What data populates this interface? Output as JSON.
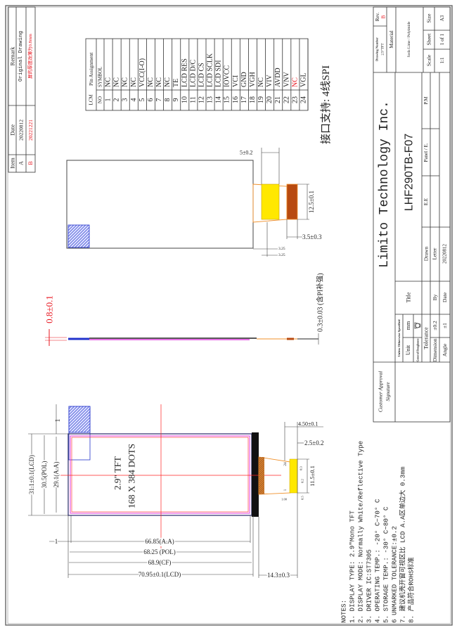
{
  "revision_table": {
    "headers": {
      "item": "Item",
      "date": "Date",
      "remark": "Remark"
    },
    "rows": [
      {
        "item": "A",
        "date": "20220812",
        "remark": "Original Drawing"
      },
      {
        "item": "B",
        "date": "20221221",
        "remark": "屏的厚度改薄为0.8mm"
      }
    ]
  },
  "pin_table": {
    "lcm": "LCM",
    "title": "Pin Assignment",
    "no_header": "NO",
    "symbol_header": "SYMBOL",
    "pins": [
      {
        "no": "1",
        "symbol": "NC"
      },
      {
        "no": "2",
        "symbol": "NC"
      },
      {
        "no": "3",
        "symbol": "NC"
      },
      {
        "no": "4",
        "symbol": "NC"
      },
      {
        "no": "5",
        "symbol": "VCC(I-O)"
      },
      {
        "no": "6",
        "symbol": "NC"
      },
      {
        "no": "7",
        "symbol": "NC"
      },
      {
        "no": "8",
        "symbol": "NC"
      },
      {
        "no": "9",
        "symbol": "TE"
      },
      {
        "no": "10",
        "symbol": "LCD RES"
      },
      {
        "no": "11",
        "symbol": "LCD D/C"
      },
      {
        "no": "12",
        "symbol": "LCD CS"
      },
      {
        "no": "13",
        "symbol": "LCD SCLK"
      },
      {
        "no": "14",
        "symbol": "LCD SDI"
      },
      {
        "no": "15",
        "symbol": "IOVCC"
      },
      {
        "no": "16",
        "symbol": "VCI"
      },
      {
        "no": "17",
        "symbol": "GND"
      },
      {
        "no": "18",
        "symbol": "VGH"
      },
      {
        "no": "19",
        "symbol": "NC"
      },
      {
        "no": "20",
        "symbol": "VIV"
      },
      {
        "no": "21",
        "symbol": "AVDD"
      },
      {
        "no": "22",
        "symbol": "VNV"
      },
      {
        "no": "23",
        "symbol": "NC",
        "highlight": true
      },
      {
        "no": "24",
        "symbol": "VGL"
      }
    ]
  },
  "interface_note": "接口支持: 4线SPI",
  "front_view": {
    "label_line1": "2.9\" TFT",
    "label_line2": "168 X 384 DOTS",
    "dim_lcd_height": "31.1±0.1(LCD)",
    "dim_pol_height": "30.5(POL)",
    "dim_aa_height": "29.1(A.A)",
    "dim_offset_top": "1",
    "dim_offset_left": "1",
    "dim_aa_width": "66.85(A.A)",
    "dim_pol_width": "68.25  (POL)",
    "dim_cf_width": "68.9(CF)",
    "dim_lcd_width": "70.95±0.1(LCD)",
    "dim_fpc_length": "14.3±0.3",
    "dim_stiffener": "4.50±0.1",
    "dim_gap": "2.5±0.2",
    "dim_fpc_width": "11.5±0.1",
    "pin_first": "24",
    "pin_last": "1",
    "small_dims": [
      "0.3",
      "0.2",
      "0.5",
      "1.00"
    ]
  },
  "side_view": {
    "dim_thickness": "0.8±0.1",
    "dim_fpc_thickness": "0.3±0.03 (含PI补强)"
  },
  "back_view": {
    "dim_width": "5±0.2",
    "dim_height": "12.5±0.1",
    "dim_connector": "3.5±0.3",
    "dim_a": "3.25",
    "dim_b": "3.25"
  },
  "notes": {
    "title": "NOTES:",
    "items": [
      "1. DISPLAY TYPE:  2.9\"Mono TFT",
      "2. DISPLAY MODE:  Normally White/Reflective Type",
      "3. DRIVER IC:ST7305",
      "4. OPERATING TEMP.:   -20° C~70° C",
      "5. STORAGE TEMP.:   -30° C~80° C",
      "6 UNMARKED TOLERANCE:±0.2",
      "7. 建议机壳开窗可视区比 LCD A.A区单边大 0.3mm",
      "8. 产品符合ROHS标准"
    ]
  },
  "title_block": {
    "customer_approval": "Customer Approval",
    "signature": "Signature",
    "unless_specified": "Unless Otherwise Specified",
    "unit_label": "Unit",
    "unit_value": "mm",
    "roughness_label": "General Roughness",
    "tolerance_label": "Tolerance",
    "dimension_label": "Dimension",
    "dimension_value": "±0.2",
    "angle_label": "Angle",
    "angle_value": "±1",
    "title_label": "Title",
    "by_label": "By",
    "date_label": "Date",
    "company": "Limito Technology Inc.",
    "part_number": "LHF290TB-F07",
    "drawn_label": "Drawn",
    "ee_label": "E.E",
    "panel_label": "Panel / E.",
    "pm_label": "P.M",
    "letter_value": "Letter",
    "date_value": "20220812",
    "drawing_number_label": "Drawing Number",
    "drawing_number_value": "2.9\"TFT",
    "rev_label": "Rev.",
    "rev_value": "B",
    "material_label": "Material",
    "material_value": "Soda Lime / Polyimide",
    "scale_label": "Scale",
    "scale_value": "1:1",
    "sheet_label": "Sheet",
    "sheet_value": "1 of 1",
    "size_label": "Size",
    "size_value": "A3"
  },
  "colors": {
    "revision_red": "#e8141e",
    "lcd_outline": "#2a2a6a",
    "polarizer": "#e040e0",
    "centerline": "#ff2020",
    "fpc": "#f0902a",
    "stiffener": "#ffe800",
    "connector": "#b84a10",
    "tape_blue": "#2233cc"
  }
}
